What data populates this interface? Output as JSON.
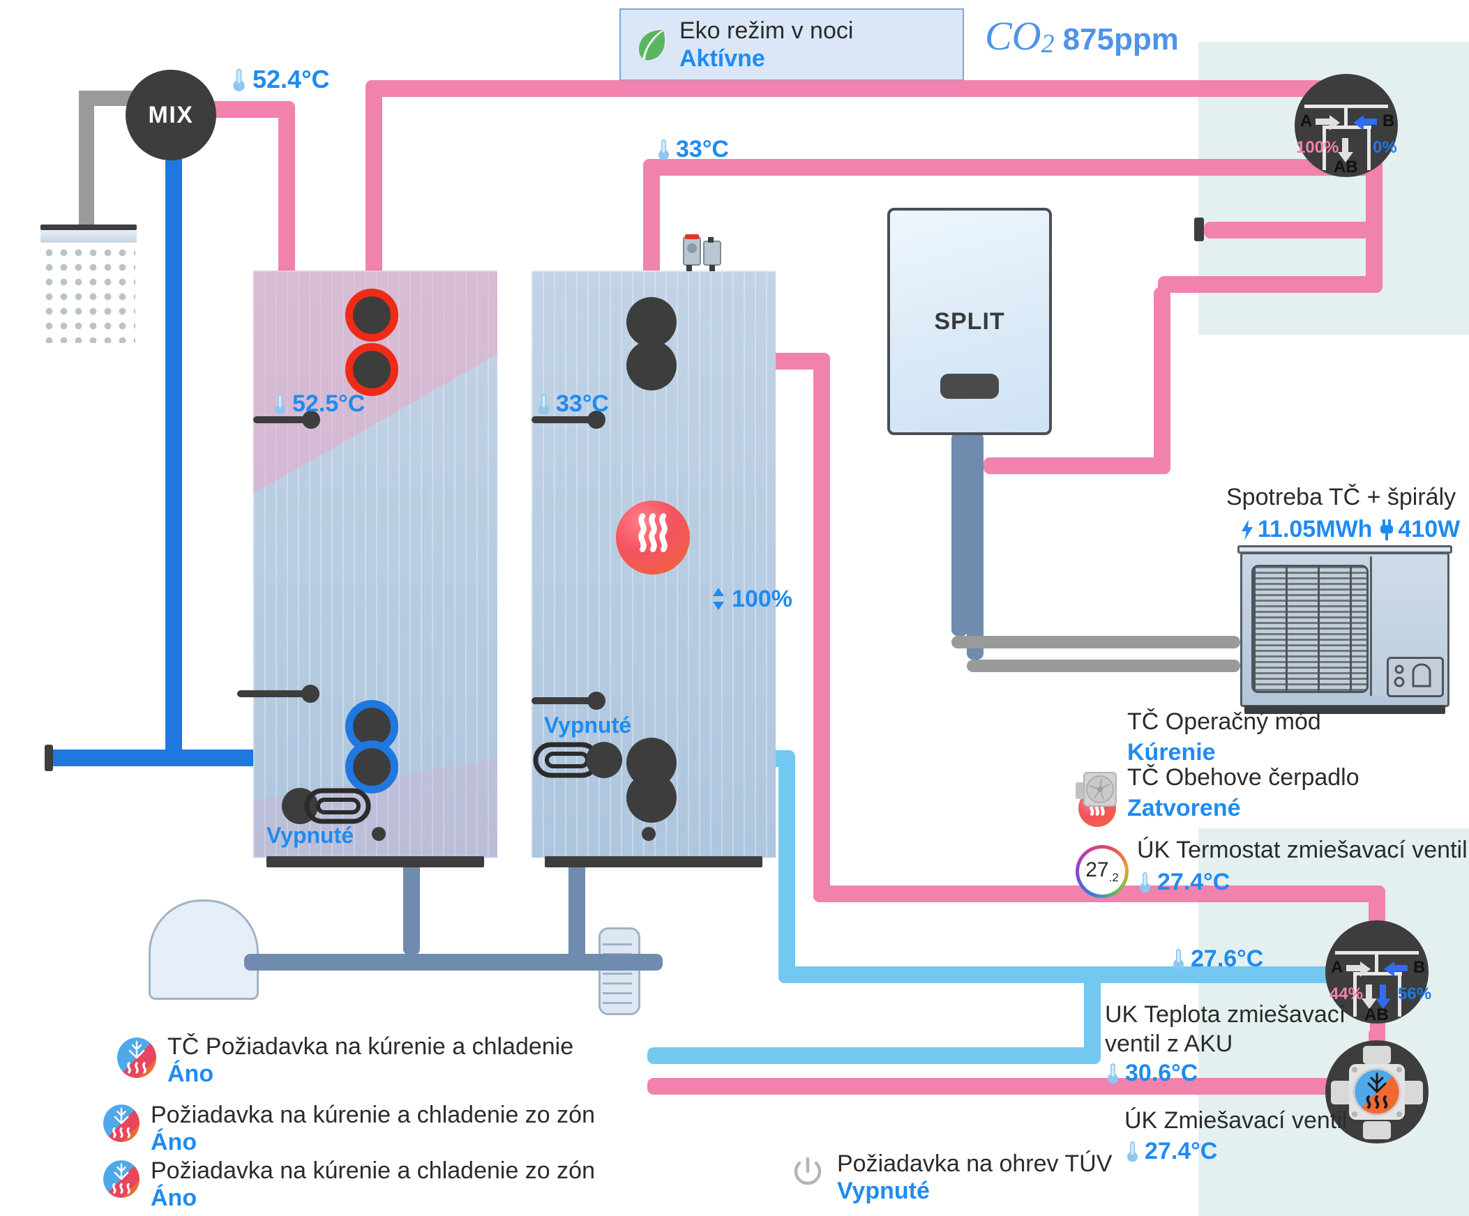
{
  "header": {
    "eco_label": "Eko režim v noci",
    "eco_status": "Aktívne",
    "eco_icon": "leaf-icon",
    "co2_formula": "CO",
    "co2_sub": "2",
    "co2_value": "875ppm"
  },
  "mix_valve": {
    "label": "MIX",
    "temp": "52.4°C"
  },
  "tank_dhw": {
    "temp_top": "52.5°C",
    "element_status": "Vypnuté"
  },
  "tank_buffer": {
    "temp_top": "33°C",
    "inlet_temp": "33°C",
    "level": "100%",
    "element_status": "Vypnuté"
  },
  "split_unit": {
    "label": "SPLIT"
  },
  "heat_pump": {
    "consumption_label": "Spotreba TČ + špirály",
    "energy": "11.05MWh",
    "power": "410W",
    "mode_label": "TČ Operačný mód",
    "mode_value": "Kúrenie",
    "pump_label": "TČ Obehove čerpadlo",
    "pump_value": "Zatvorené"
  },
  "valve_top": {
    "port_a": "A",
    "port_b": "B",
    "port_ab": "AB",
    "pct_a": "100%",
    "pct_b": "0%"
  },
  "valve_bottom": {
    "port_a": "A",
    "port_b": "B",
    "port_ab": "AB",
    "pct_a": "44%",
    "pct_b": "56%"
  },
  "thermostat": {
    "gauge_value": "27",
    "gauge_sub": ".2",
    "label": "ÚK Termostat zmiešavací ventil",
    "temp": "27.4°C"
  },
  "circuit": {
    "flow_temp": "27.6°C",
    "aku_label_line1": "UK Teplota zmiešavací",
    "aku_label_line2": "ventil z AKU",
    "aku_temp": "30.6°C",
    "mix_label": "ÚK Zmiešavací ventil",
    "mix_temp": "27.4°C"
  },
  "legend": {
    "items": [
      {
        "label": "TČ Požiadavka na kúrenie a chladenie",
        "value": "Áno",
        "icon": "snow-heat-icon"
      },
      {
        "label": "Požiadavka na kúrenie a chladenie zo zón",
        "value": "Áno",
        "icon": "snow-heat-icon"
      },
      {
        "label": "Požiadavka na kúrenie a chladenie zo zón",
        "value": "Áno",
        "icon": "snow-heat-icon"
      }
    ],
    "dhw_demand_label": "Požiadavka na ohrev TÚV",
    "dhw_demand_value": "Vypnuté",
    "dhw_demand_icon": "power-icon"
  },
  "colors": {
    "accent_blue": "#1f8bf0",
    "pipe_hot": "#f082ad",
    "pipe_cold": "#1f78e0",
    "pipe_cool": "#72c8f0",
    "pipe_return": "#6f8bad",
    "eco_bg": "#dbe7f7",
    "zone_bg": "#e4f0f0"
  }
}
